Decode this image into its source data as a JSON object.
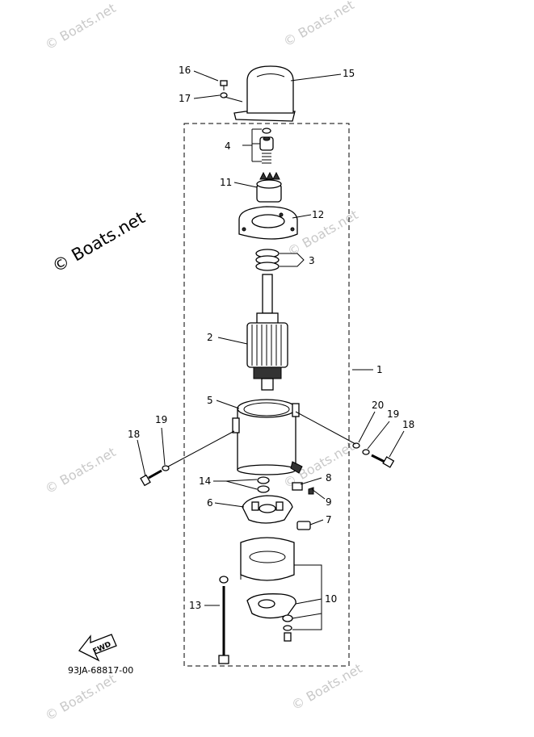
{
  "watermark": {
    "main_text": "© Boats.net",
    "repeat_text": "© Boats.net"
  },
  "diagram_code": "93JA-68817-00",
  "fwd_label": "FWD",
  "callouts": [
    {
      "id": "c1",
      "text": "1"
    },
    {
      "id": "c2",
      "text": "2"
    },
    {
      "id": "c3",
      "text": "3"
    },
    {
      "id": "c4",
      "text": "4"
    },
    {
      "id": "c5",
      "text": "5"
    },
    {
      "id": "c6",
      "text": "6"
    },
    {
      "id": "c7",
      "text": "7"
    },
    {
      "id": "c8",
      "text": "8"
    },
    {
      "id": "c9",
      "text": "9"
    },
    {
      "id": "c10",
      "text": "10"
    },
    {
      "id": "c11",
      "text": "11"
    },
    {
      "id": "c12",
      "text": "12"
    },
    {
      "id": "c13",
      "text": "13"
    },
    {
      "id": "c14",
      "text": "14"
    },
    {
      "id": "c15",
      "text": "15"
    },
    {
      "id": "c16",
      "text": "16"
    },
    {
      "id": "c17",
      "text": "17"
    },
    {
      "id": "c18l",
      "text": "18"
    },
    {
      "id": "c19l",
      "text": "19"
    },
    {
      "id": "c18r",
      "text": "18"
    },
    {
      "id": "c19r",
      "text": "19"
    },
    {
      "id": "c20",
      "text": "20"
    }
  ]
}
